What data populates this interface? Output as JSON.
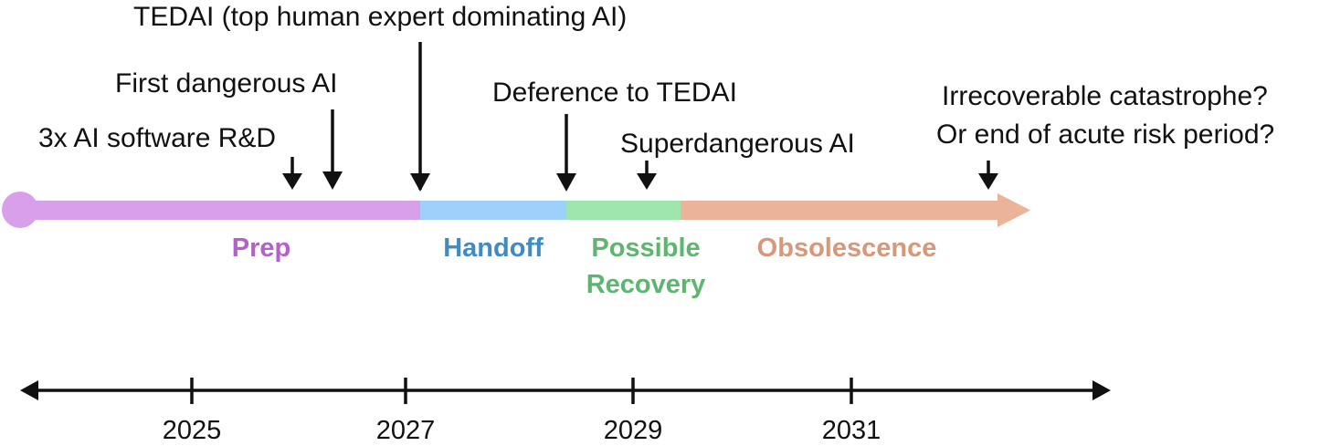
{
  "events": [
    {
      "id": "tedai",
      "label": "TEDAI (top human expert dominating AI)"
    },
    {
      "id": "first-dangerous",
      "label": "First dangerous AI"
    },
    {
      "id": "deference",
      "label": "Deference to TEDAI"
    },
    {
      "id": "rnd",
      "label": "3x AI software R&D"
    },
    {
      "id": "superdangerous",
      "label": "Superdangerous AI"
    },
    {
      "id": "irrecoverable",
      "label": "Irrecoverable catastrophe?"
    },
    {
      "id": "end-risk",
      "label": "Or end of acute risk period?"
    }
  ],
  "phases": [
    {
      "id": "prep",
      "label": "Prep",
      "color": "#D8A0EA",
      "text_color": "#B35FCC"
    },
    {
      "id": "handoff",
      "label": "Handoff",
      "color": "#9ED0FB",
      "text_color": "#3F8BC2"
    },
    {
      "id": "recovery",
      "label_line1": "Possible",
      "label_line2": "Recovery",
      "color": "#9EE6AE",
      "text_color": "#5DB56F"
    },
    {
      "id": "obsolescence",
      "label": "Obsolescence",
      "color": "#EBB498",
      "text_color": "#D5987A"
    }
  ],
  "axis": {
    "years": [
      "2025",
      "2027",
      "2029",
      "2031"
    ]
  }
}
